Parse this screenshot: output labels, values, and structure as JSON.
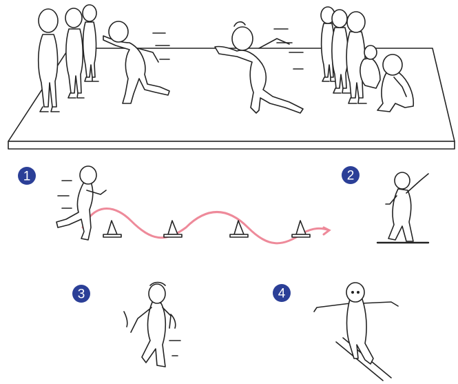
{
  "step_badges": [
    {
      "number": "1"
    },
    {
      "number": "2"
    },
    {
      "number": "3"
    },
    {
      "number": "4"
    }
  ],
  "colors": {
    "badge_fill": "#2B3F97",
    "path_line": "#EE8A9A",
    "ink": "#222222",
    "paper": "#ffffff"
  },
  "scenes": {
    "top": "team-relay-race-on-mat",
    "step1": "slalom-run-around-cones",
    "step2": "overhand-throw",
    "step3": "twisting-jump",
    "step4": "balance-walk-on-beam"
  },
  "cones_count": 4
}
